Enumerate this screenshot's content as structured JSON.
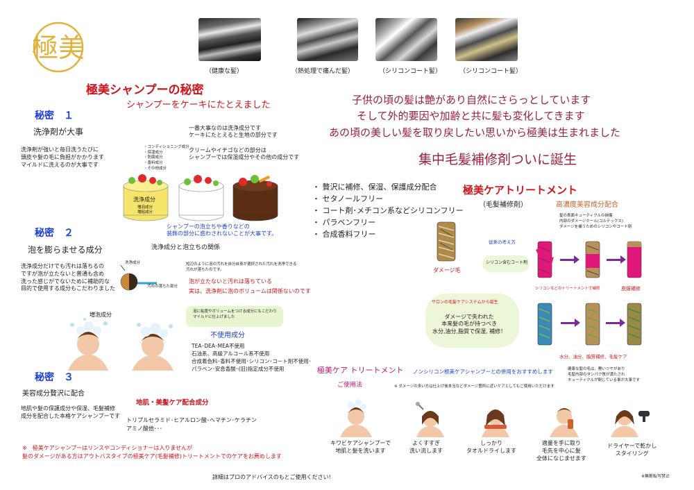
{
  "logo": {
    "text": "極美"
  },
  "hair_photos": [
    {
      "caption": "（健康な髪）"
    },
    {
      "caption": "（熱処理で痛んだ髪）"
    },
    {
      "caption": "（シリコンコート髪）"
    },
    {
      "caption": "（シリコンコート髪）"
    }
  ],
  "left": {
    "title": "極美シャンプーの秘密",
    "subtitle": "シャンプーをケーキにたとえました",
    "secret1": {
      "heading": "秘密　１",
      "label": "洗浄剤が大事",
      "body": "洗浄剤が強いと毎日洗うたびに\n頭皮や髪の毛に負担がかかります\nマイルドに洗えるのが大事です",
      "cake_note1": "一番大事なのは洗浄成分です\nケーキにたとえると生地の部分です",
      "cake_note2": "クリームやイチゴなどの部分は\nシャンプーでは保湿成分やその他の成分です",
      "ingredients": "・コンディショニング成分\n・保湿成分\n・防腐成分\n・香料成分\n・その他成分",
      "cake_label": "洗浄成分",
      "cake_sub": "増泡成分\n増粘成分",
      "cake_note3": "シャンプーの泡立ちや香りなどの\n装飾の部分に惑わされないことが大事です。"
    },
    "secret2": {
      "heading": "秘密　２",
      "label": "泡を膨らませる成分",
      "relation": "洗浄成分と泡立ちの関係",
      "body": "洗浄成分だけでも汚れは落ちるの\nですが泡が立たないと普通も含め\n洗った感じがでないために補助的な\n目的で使用する成分もこだわりました",
      "diag_a": "洗浄成分",
      "diag_b": "汚れの落ちた部分",
      "note1": "短辺のように泡の汚れを自分自身が選択された汚れを洗浄できる\n汚れが落ちたのです。",
      "note2": "泡が立たないと汚れは落ちている",
      "note3": "実は、洗浄剤に泡のボリュームは関係ないのです",
      "box": "泡に粘度やボリュームをつける成分にもこだわり\nマイルドに仕上げました",
      "foam_label": "増泡成分",
      "unused_title": "不使用成分",
      "unused": "TEA･DEA･MEA不使用\n石油系、高級アルコール系不使用\n合成着色料･香料不使用･シリコン･コート剤不使用･\nパラベン･安息香酸･(旧)指定成分不使用"
    },
    "secret3": {
      "heading": "秘密　３",
      "label": "美容成分贅沢に配合",
      "body": "地肌や髪の保護成分や保湿、毛髪補修\n成分を配合した本格ケアシャンプーです",
      "care_title": "地肌・美髪ケア配合成分",
      "care": "トリプルセラミド･ヒアルロン酸･ヘマチン･ケラチン\nアミノ酸他･･･"
    },
    "footnote": "※　極美ケアシャンプーはリンスやコンディショナーは入りませんが\n髪のダメージがある方はアウトバスタイプの極美ケア(毛髪補修)トリートメントでのケアをお薦めします"
  },
  "right": {
    "lead": [
      "子供の頃の髪は艶があり自然にさらっとしています",
      "そして外的要因や加齢と共に髪も変化してきます",
      "あの頃の美しい髪を取り戻したい思いから極美は生まれました"
    ],
    "heading": "集中毛髪補修剤ついに誕生",
    "features": [
      "贅沢に補修、保湿、保護成分配合",
      "セタノールフリー",
      "コート剤･メチコン系などシリコンフリー",
      "パラベンフリー",
      "合成香料フリー"
    ],
    "product_title": "極美ケアトリートメント",
    "product_sub": "（毛髪補修剤）",
    "concentrated": "高濃度美容成分配合",
    "concentrated_note": "髪の表面キューティクルの損傷\n内部のダメージホール(コルテックス)\nダメージを補うためのシリコンやコート剤",
    "damage_label": "ダメージ毛",
    "old_method": "従来の考え方",
    "silicone": "シリコン含むコート剤",
    "silicone_note": "シリコンなどのトリートメントで補修",
    "result1": "皮膜補修",
    "salon_title": "サロンの毛髪ケアシステムから誕生",
    "salon_body": "ダメージで失われた\n本来髪の毛が持つべき\n水分,油分,脂質で保湿, 補修！",
    "result2": "水分、油分、脂質補修、毛髪ケア",
    "result2_note": "健康な髪の毛は、艶いツヤがあり\n毛髪内部のタンパク質が満たされ\nキューティクルが閉じている事が大事です",
    "usage_title": "極美ケア トリートメント",
    "usage_note": "ノンシリコン極美ケアシャンプーとの併用をおすすめします",
    "howto": "ご使用法",
    "howto_note": "※ ダメージの多い方は仕上げ後本当などダメージ箇所に近いケアとしてもご使用いただけます",
    "steps": [
      "キワビケアシャンプーで\n地肌と髪を洗います",
      "よくすすぎ\n洗い流します",
      "しっかり\nタオルドライします",
      "適量を手に取り\n毛先を中心に髪\n全体になじませます",
      "ドライヤーで乾かし\nスタイリング"
    ]
  },
  "footer": {
    "advice": "詳細はプロのアドバイスのもとご使用ください!",
    "copyright": "※無断転写禁止"
  },
  "colors": {
    "accent_red": "#d0141c",
    "blue": "#1a3fd8",
    "maroon": "#9b1f3a",
    "pink": "#c0186a",
    "gold": "#e2b13c"
  }
}
